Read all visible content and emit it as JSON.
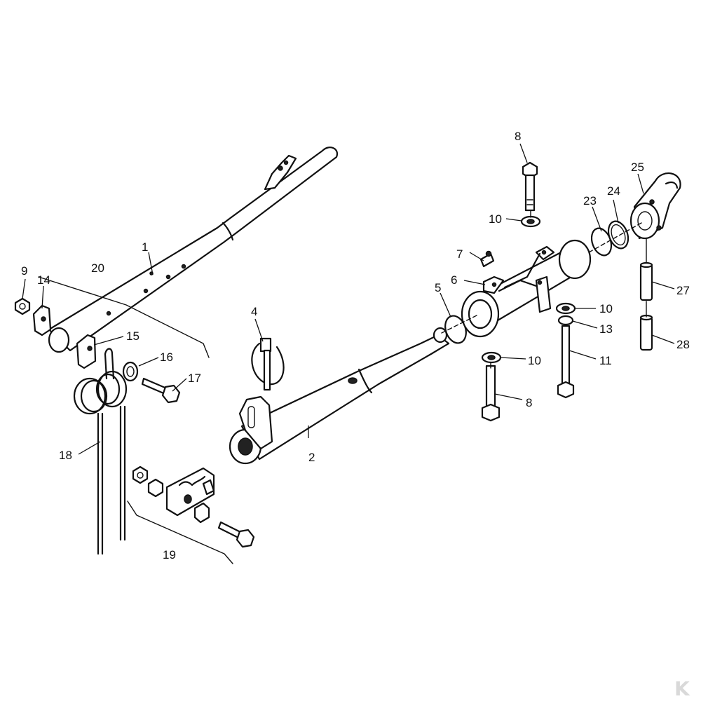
{
  "callouts": {
    "c1": "1",
    "c2": "2",
    "c4": "4",
    "c5": "5",
    "c6": "6",
    "c7": "7",
    "c8a": "8",
    "c8b": "8",
    "c9": "9",
    "c10a": "10",
    "c10b": "10",
    "c10c": "10",
    "c11": "11",
    "c13": "13",
    "c14": "14",
    "c15": "15",
    "c16": "16",
    "c17": "17",
    "c18": "18",
    "c19": "19",
    "c20": "20",
    "c23": "23",
    "c24": "24",
    "c25": "25",
    "c27": "27",
    "c28": "28"
  },
  "watermark": {
    "label": "K"
  },
  "colors": {
    "ink": "#111111",
    "background": "#ffffff",
    "watermark": "#d9d9d9"
  }
}
